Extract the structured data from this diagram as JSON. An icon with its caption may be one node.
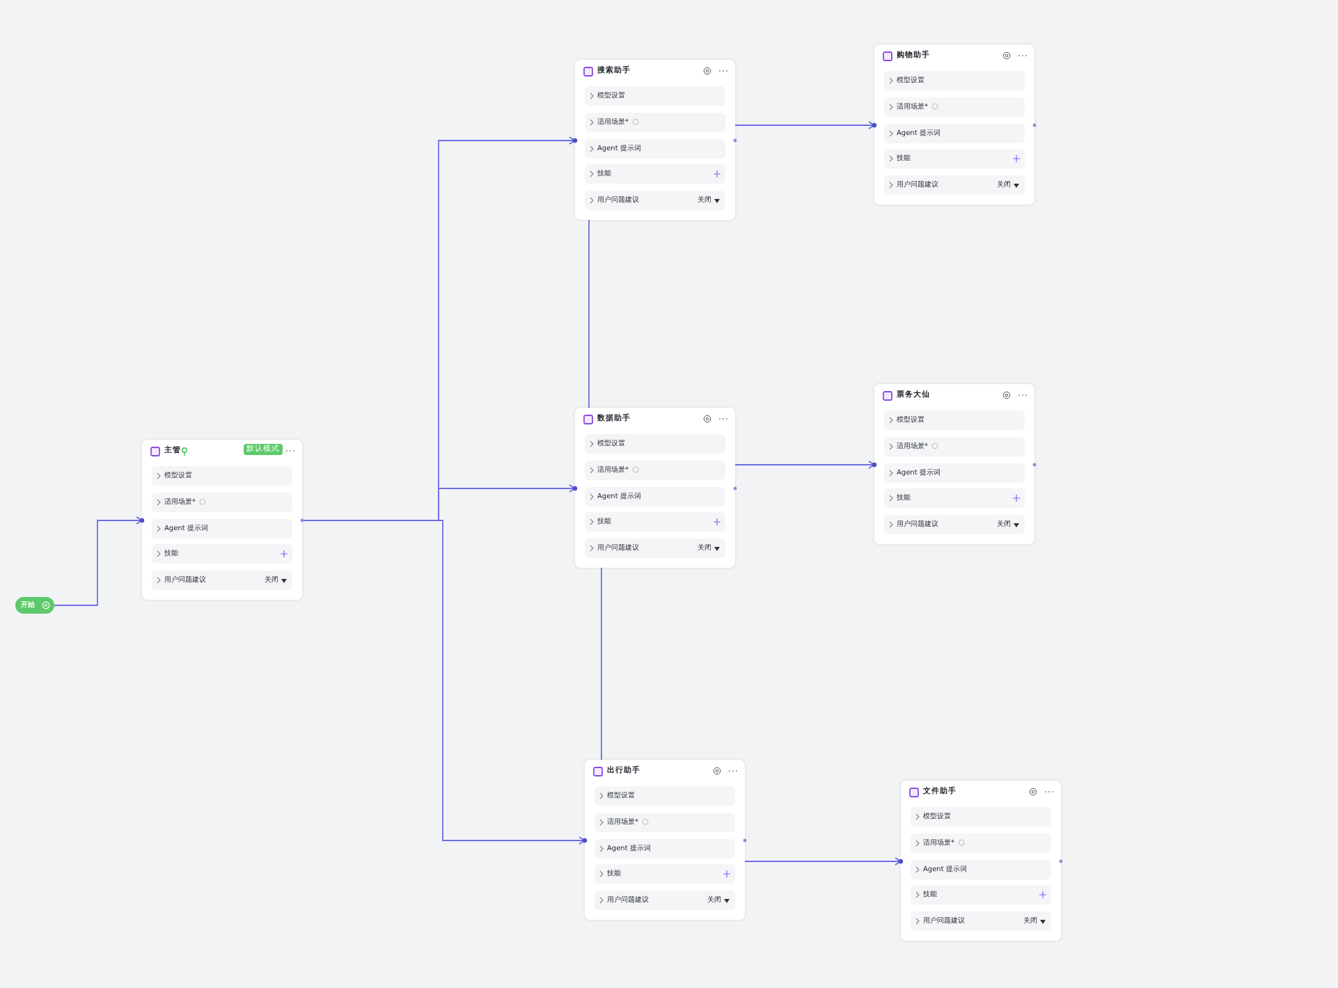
{
  "diagram": {
    "nodes": [
      {
        "text": [
          "开始"
        ]
      },
      {
        "text": [
          "主管",
          "默认模式"
        ]
      },
      {
        "text": [
          "模型设置"
        ],
        "in": 1
      },
      {
        "text": [
          "适用场景*"
        ],
        "in": 1
      },
      {
        "text": [
          "Agent 提示词"
        ],
        "in": 1
      },
      {
        "text": [
          "技能"
        ],
        "in": 1
      },
      {
        "text": [
          "用户问题建议",
          "关闭"
        ],
        "in": 1
      },
      {
        "text": [
          "搜索助手"
        ]
      },
      {
        "text": [
          "模型设置"
        ],
        "in": 7
      },
      {
        "text": [
          "适用场景*"
        ],
        "in": 7
      },
      {
        "text": [
          "Agent 提示词"
        ],
        "in": 7
      },
      {
        "text": [
          "技能"
        ],
        "in": 7
      },
      {
        "text": [
          "用户问题建议",
          "关闭"
        ],
        "in": 7
      },
      {
        "text": [
          "购物助手"
        ]
      },
      {
        "text": [
          "模型设置"
        ],
        "in": 13
      },
      {
        "text": [
          "适用场景*"
        ],
        "in": 13
      },
      {
        "text": [
          "Agent 提示词"
        ],
        "in": 13
      },
      {
        "text": [
          "技能"
        ],
        "in": 13
      },
      {
        "text": [
          "用户问题建议",
          "关闭"
        ],
        "in": 13
      },
      {
        "text": [
          "数据助手"
        ]
      },
      {
        "text": [
          "模型设置"
        ],
        "in": 19
      },
      {
        "text": [
          "适用场景*"
        ],
        "in": 19
      },
      {
        "text": [
          "Agent 提示词"
        ],
        "in": 19
      },
      {
        "text": [
          "技能"
        ],
        "in": 19
      },
      {
        "text": [
          "用户问题建议",
          "关闭"
        ],
        "in": 19
      },
      {
        "text": [
          "票务大仙"
        ]
      },
      {
        "text": [
          "模型设置"
        ],
        "in": 25
      },
      {
        "text": [
          "适用场景*"
        ],
        "in": 25
      },
      {
        "text": [
          "Agent 提示词"
        ],
        "in": 25
      },
      {
        "text": [
          "技能"
        ],
        "in": 25
      },
      {
        "text": [
          "用户问题建议",
          "关闭"
        ],
        "in": 25
      },
      {
        "text": [
          "出行助手"
        ]
      },
      {
        "text": [
          "模型设置"
        ],
        "in": 31
      },
      {
        "text": [
          "适用场景*"
        ],
        "in": 31
      },
      {
        "text": [
          "Agent 提示词"
        ],
        "in": 31
      },
      {
        "text": [
          "技能"
        ],
        "in": 31
      },
      {
        "text": [
          "用户问题建议",
          "关闭"
        ],
        "in": 31
      },
      {
        "text": [
          "文件助手"
        ]
      },
      {
        "text": [
          "模型设置"
        ],
        "in": 37
      },
      {
        "text": [
          "适用场景*"
        ],
        "in": 37
      },
      {
        "text": [
          "Agent 提示词"
        ],
        "in": 37
      },
      {
        "text": [
          "技能"
        ],
        "in": 37
      },
      {
        "text": [
          "用户问题建议",
          "关闭"
        ],
        "in": 37
      }
    ],
    "edges": [
      {
        "from": 0,
        "to": 1,
        "arrow": "to"
      },
      {
        "from": 1,
        "to": 7,
        "arrow": "to"
      },
      {
        "from": 1,
        "to": 19,
        "arrow": "to"
      },
      {
        "from": 1,
        "to": 31,
        "arrow": "to"
      },
      {
        "from": 7,
        "to": 13,
        "arrow": "to"
      },
      {
        "from": 19,
        "to": 25,
        "arrow": "to"
      },
      {
        "from": 31,
        "to": 37,
        "arrow": "to"
      },
      {
        "from": 7,
        "to": 19,
        "arrow": "none"
      },
      {
        "from": 19,
        "to": 31,
        "arrow": "none"
      }
    ]
  }
}
